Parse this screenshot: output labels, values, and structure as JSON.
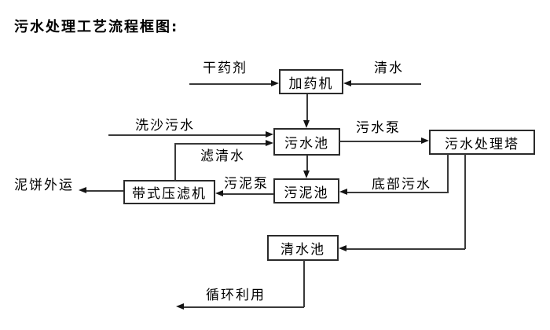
{
  "title": "污水处理工艺流程框图:",
  "nodes": {
    "dosing_machine": {
      "label": "加药机"
    },
    "sewage_pool": {
      "label": "污水池"
    },
    "treatment_tower": {
      "label": "污水处理塔"
    },
    "belt_filter_press": {
      "label": "带式压滤机"
    },
    "sludge_pool": {
      "label": "污泥池"
    },
    "clear_water_pool": {
      "label": "清水池"
    }
  },
  "flow_labels": {
    "dry_chemical": "干药剂",
    "clear_water": "清水",
    "sand_washing_sewage": "洗沙污水",
    "sewage_pump": "污水泵",
    "filtered_water": "滤清水",
    "sludge_pump": "污泥泵",
    "bottom_sewage": "底部污水",
    "mud_cake_outbound": "泥饼外运",
    "recycling": "循环利用"
  },
  "colors": {
    "line": "#3a3a3a",
    "arrow": "#141414",
    "text": "#000000",
    "background": "#ffffff"
  }
}
